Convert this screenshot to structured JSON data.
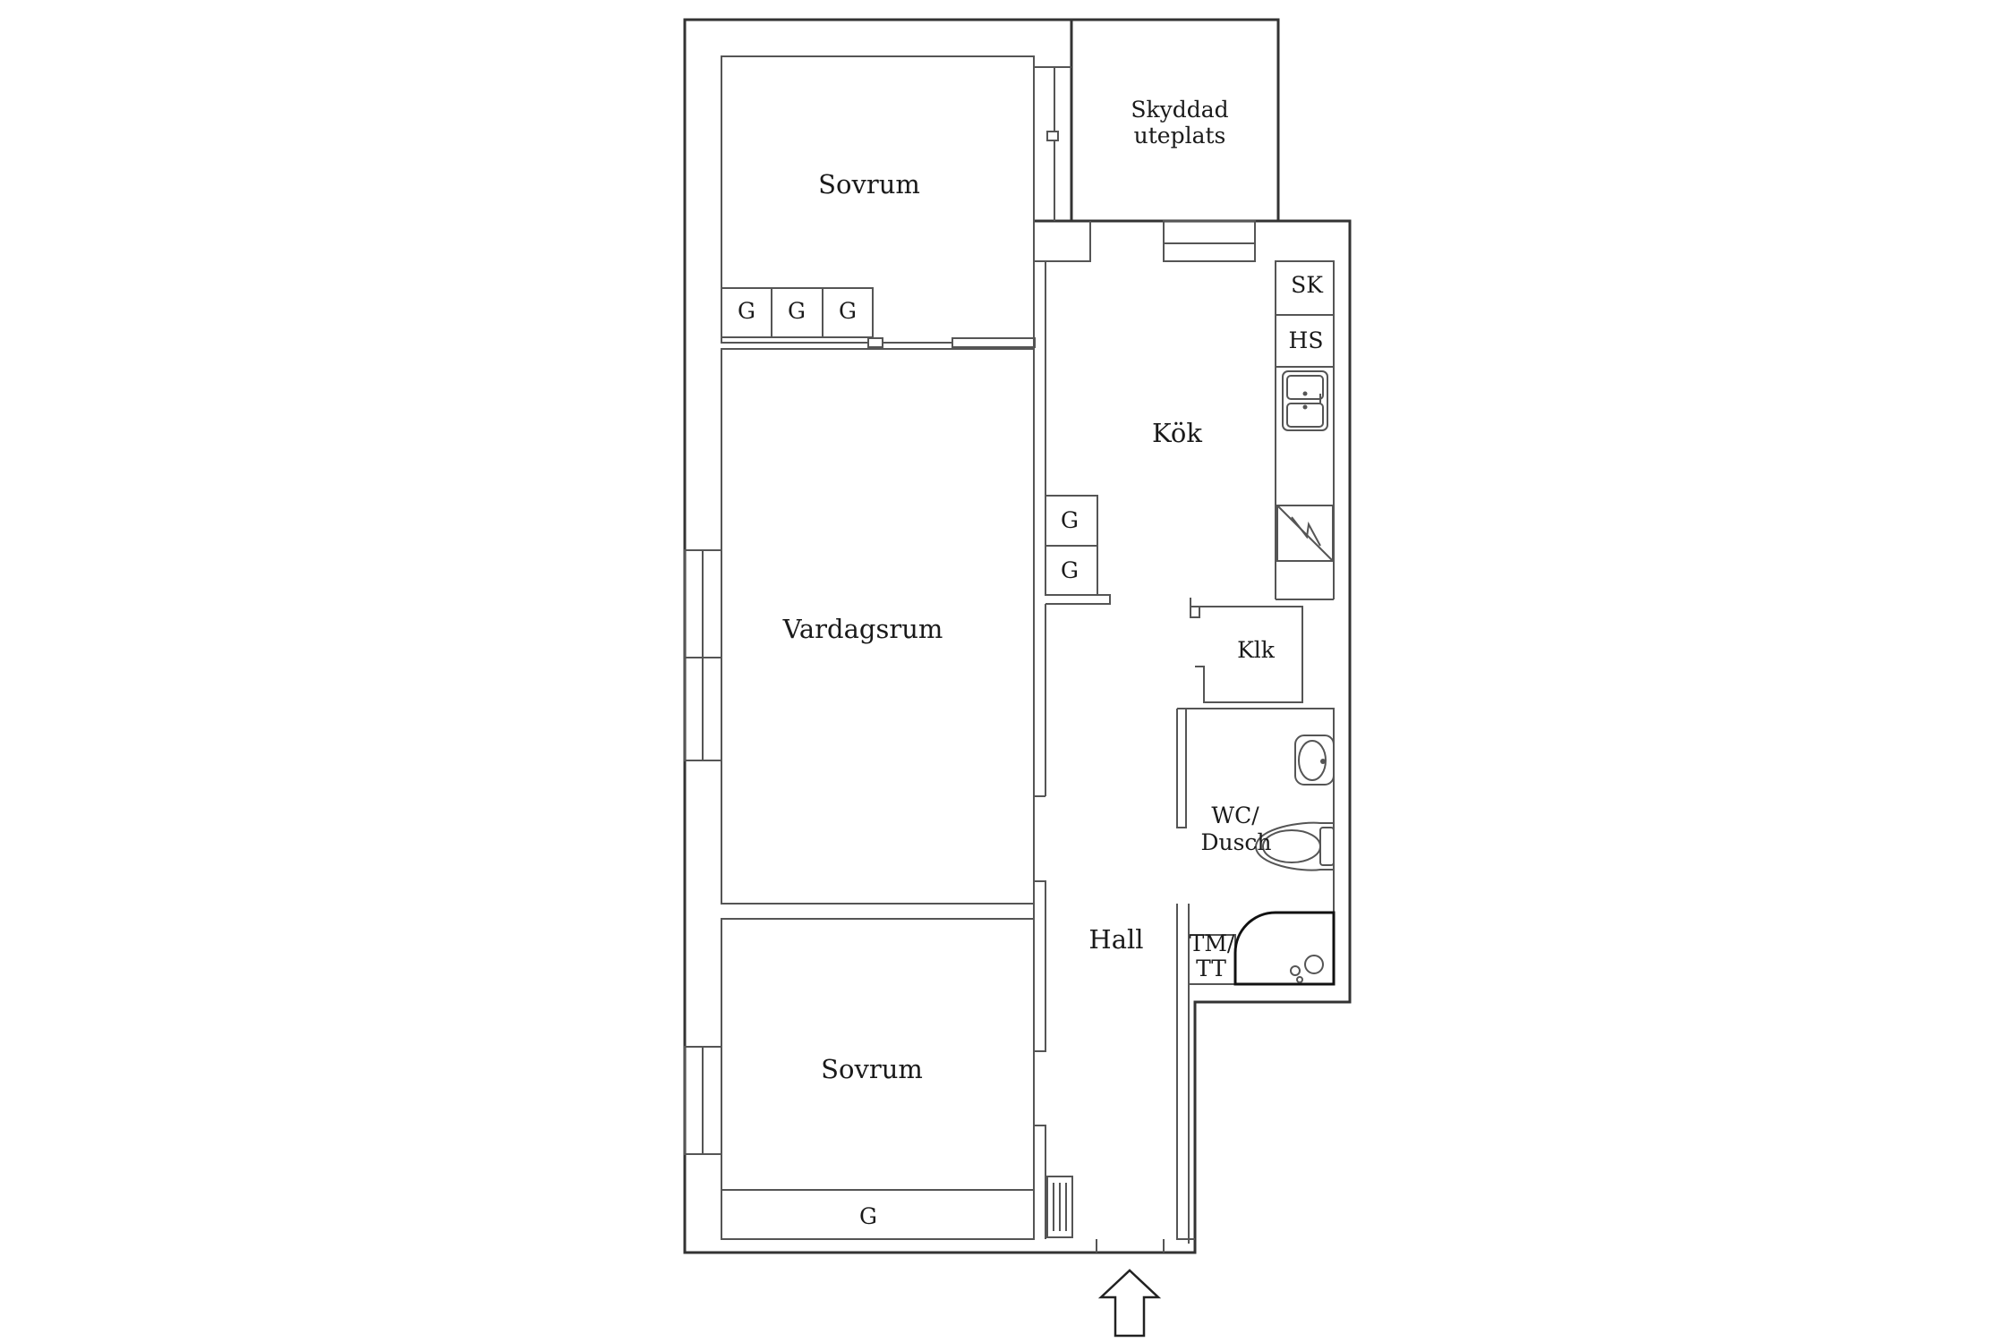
{
  "rooms": {
    "sovrum_top": "Sovrum",
    "skyddad_line1": "Skyddad",
    "skyddad_line2": "uteplats",
    "kok": "Kök",
    "vardagsrum": "Vardagsrum",
    "klk": "Klk",
    "wc_line1": "WC/",
    "wc_line2": "Dusch",
    "hall": "Hall",
    "tmtt_line1": "TM/",
    "tmtt_line2": "TT",
    "sovrum_bottom": "Sovrum"
  },
  "fixtures": {
    "wardrobe": "G",
    "sk": "SK",
    "hs": "HS"
  },
  "icons": {
    "entrance": "entrance-arrow-icon",
    "sink": "double-sink-icon",
    "stove": "stove-icon",
    "washbasin": "washbasin-icon",
    "toilet": "toilet-icon",
    "shower": "shower-icon",
    "radiator": "radiator-icon"
  }
}
